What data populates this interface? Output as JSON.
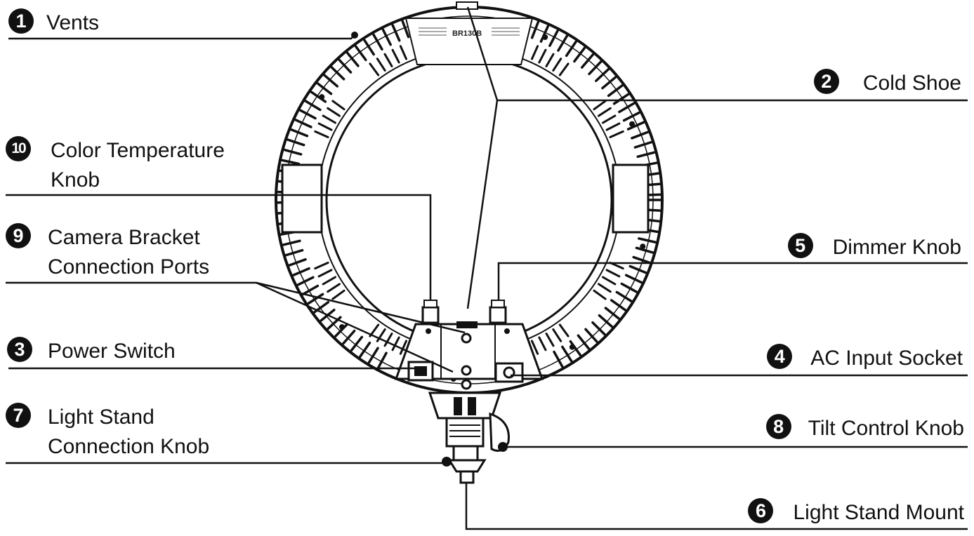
{
  "model_label": "BR130B",
  "callouts": [
    {
      "id": "vents",
      "number": "1",
      "lines": [
        "Vents"
      ]
    },
    {
      "id": "cold-shoe",
      "number": "2",
      "lines": [
        "Cold Shoe"
      ]
    },
    {
      "id": "power-switch",
      "number": "3",
      "lines": [
        "Power Switch"
      ]
    },
    {
      "id": "ac-input-socket",
      "number": "4",
      "lines": [
        "AC Input Socket"
      ]
    },
    {
      "id": "dimmer-knob",
      "number": "5",
      "lines": [
        "Dimmer Knob"
      ]
    },
    {
      "id": "light-stand-mount",
      "number": "6",
      "lines": [
        "Light Stand Mount"
      ]
    },
    {
      "id": "light-stand-connection-knob",
      "number": "7",
      "lines": [
        "Light Stand",
        "Connection Knob"
      ]
    },
    {
      "id": "tilt-control-knob",
      "number": "8",
      "lines": [
        "Tilt Control Knob"
      ]
    },
    {
      "id": "camera-bracket-connection-ports",
      "number": "9",
      "lines": [
        "Camera Bracket",
        "Connection Ports"
      ]
    },
    {
      "id": "color-temperature-knob",
      "number": "10",
      "lines": [
        "Color Temperature",
        "Knob"
      ]
    }
  ],
  "colors": {
    "line": "#111111",
    "background": "#ffffff"
  }
}
